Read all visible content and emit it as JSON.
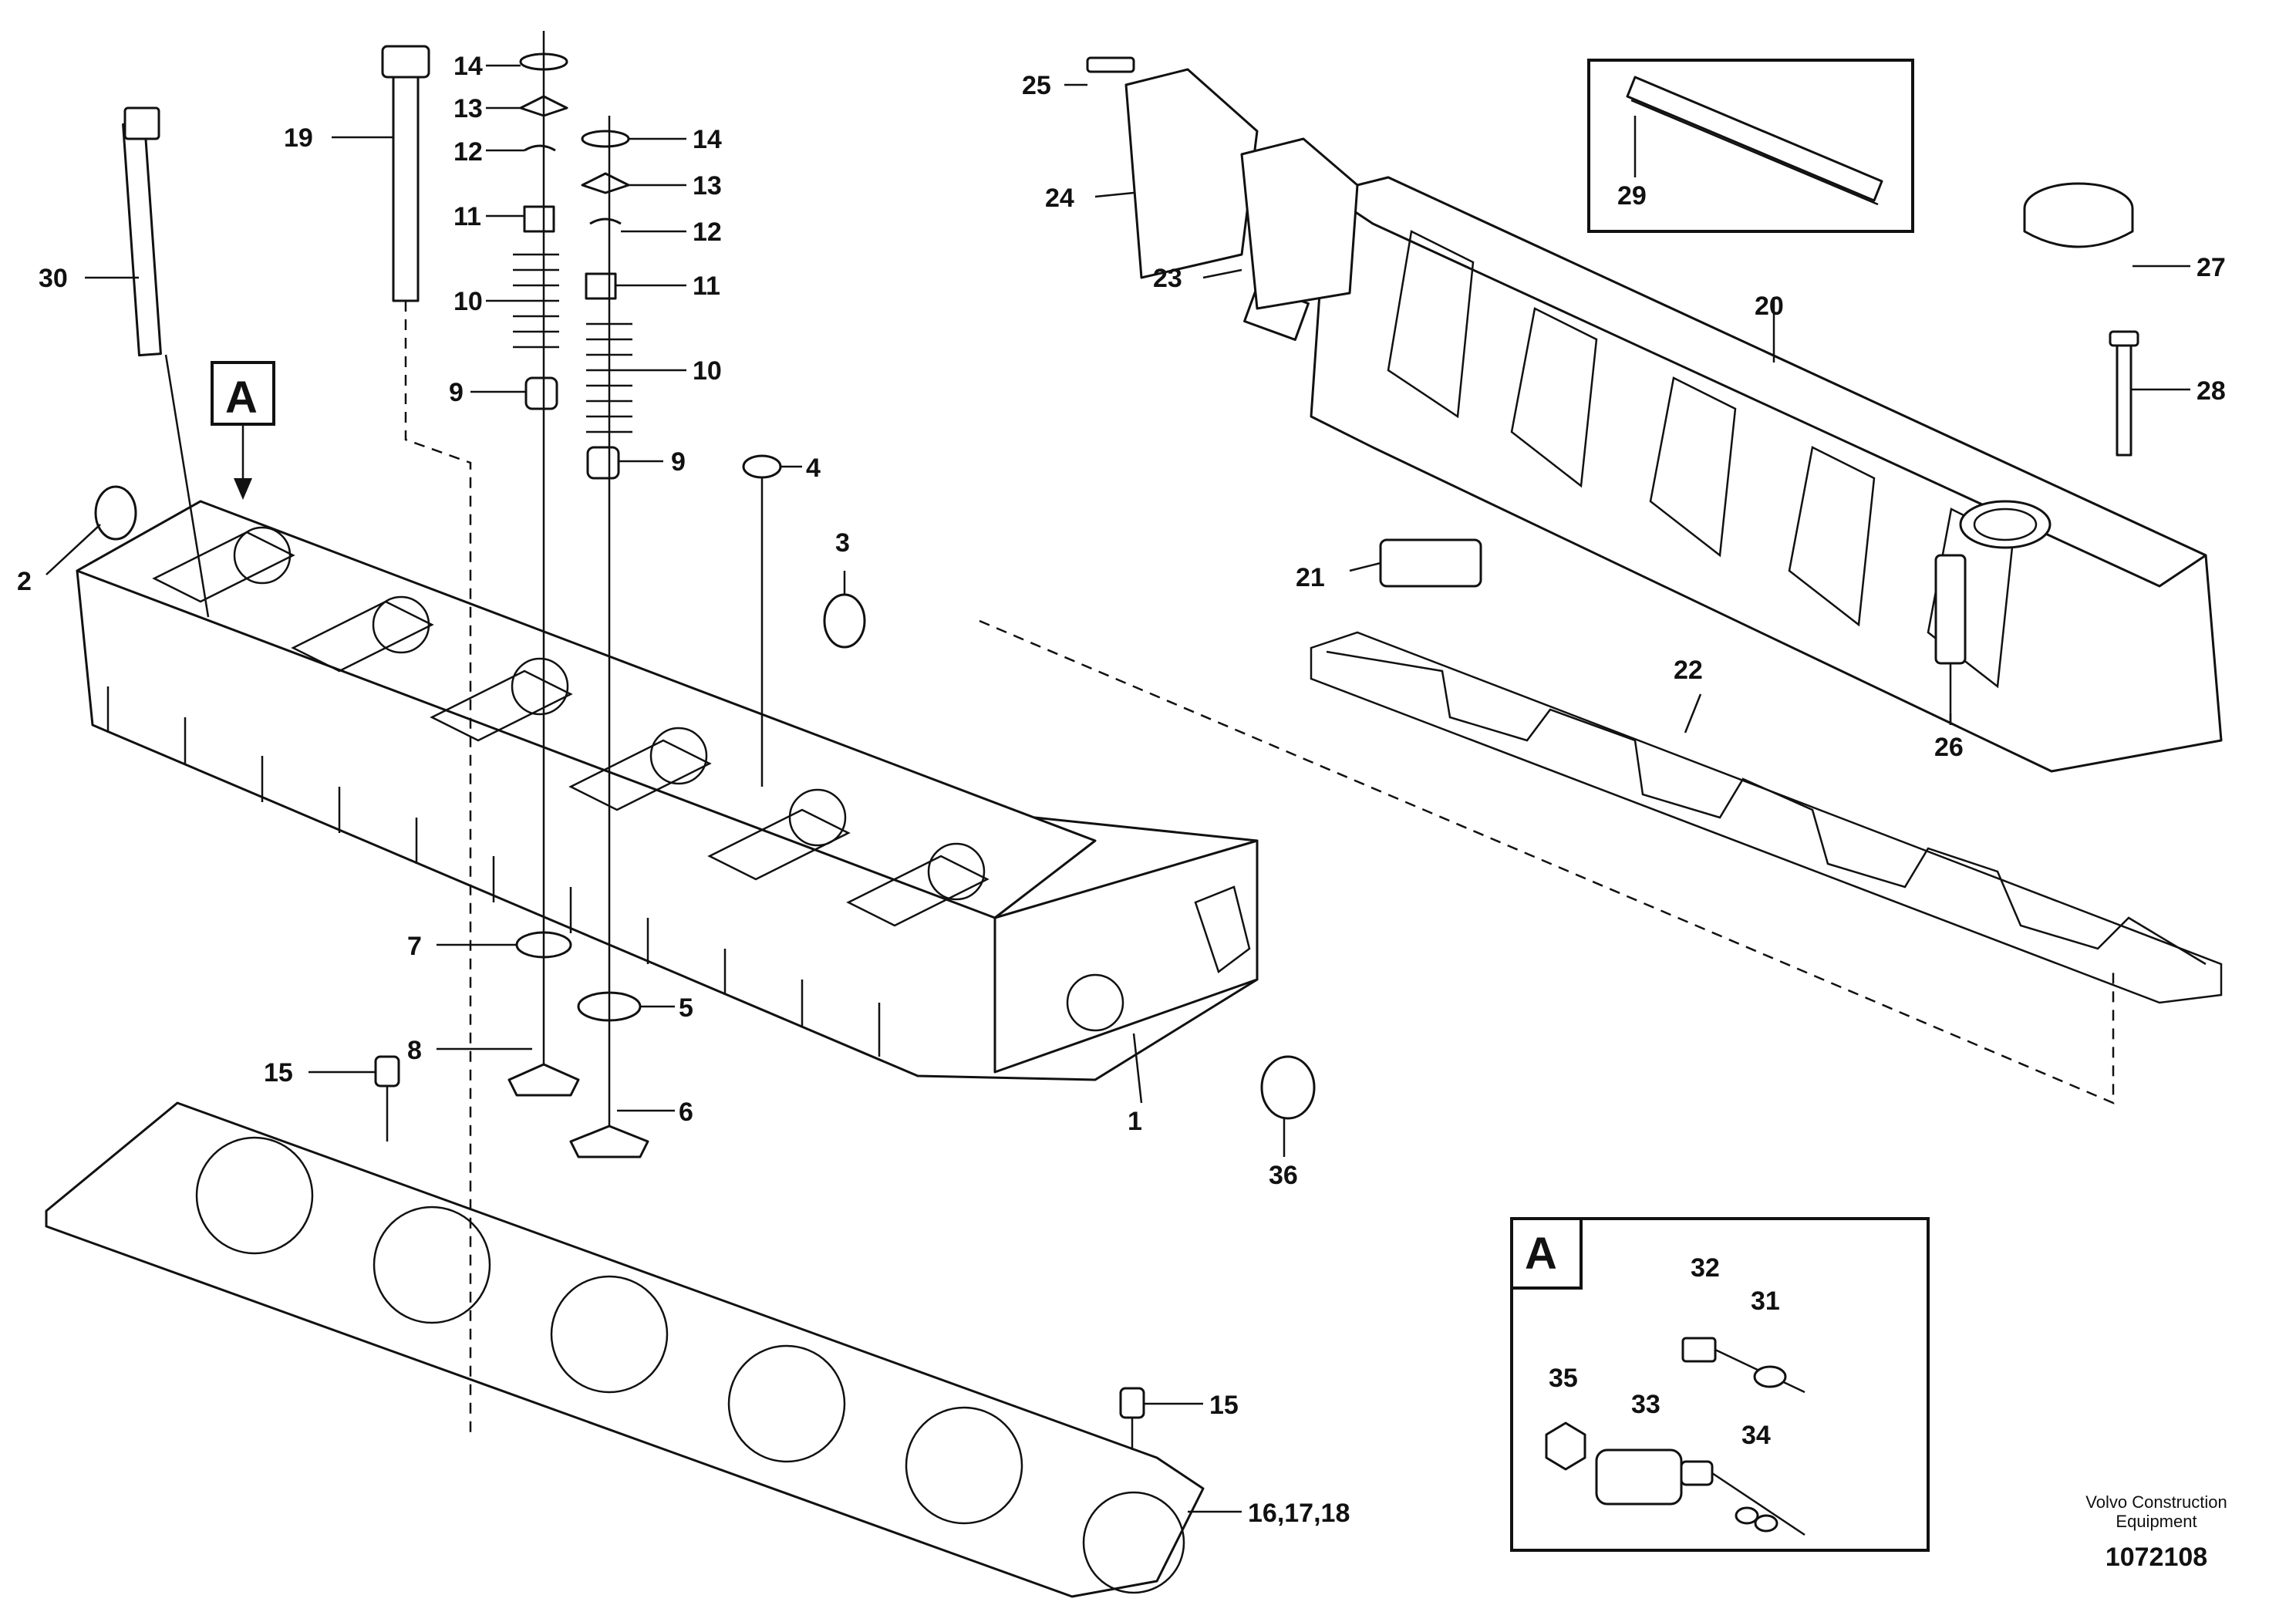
{
  "drawing": {
    "credit_line1": "Volvo Construction",
    "credit_line2": "Equipment",
    "number": "1072108"
  },
  "detail": {
    "view_letter": "A",
    "inset_letter": "A"
  },
  "callouts": {
    "c1": "1",
    "c2": "2",
    "c3": "3",
    "c4": "4",
    "c5": "5",
    "c6": "6",
    "c7": "7",
    "c8": "8",
    "c9a": "9",
    "c9b": "9",
    "c10a": "10",
    "c10b": "10",
    "c11a": "11",
    "c11b": "11",
    "c12a": "12",
    "c12b": "12",
    "c13a": "13",
    "c13b": "13",
    "c14a": "14",
    "c14b": "14",
    "c15a": "15",
    "c15b": "15",
    "c16": "16,17,18",
    "c19": "19",
    "c20": "20",
    "c21": "21",
    "c22": "22",
    "c23": "23",
    "c24": "24",
    "c25": "25",
    "c26": "26",
    "c27": "27",
    "c28": "28",
    "c29": "29",
    "c30": "30",
    "c31": "31",
    "c32": "32",
    "c33": "33",
    "c34": "34",
    "c35": "35",
    "c36": "36"
  }
}
